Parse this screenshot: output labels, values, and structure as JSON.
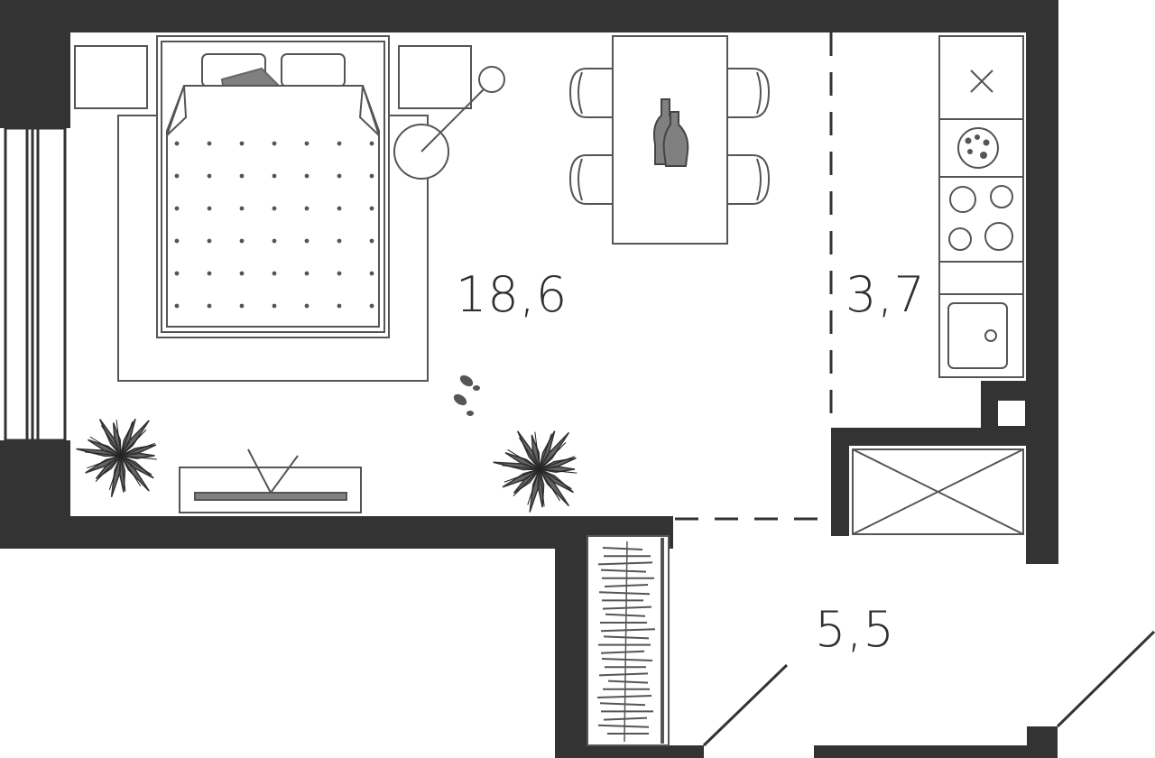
{
  "floor_plan": {
    "rooms": [
      {
        "id": "living",
        "area": "18,6"
      },
      {
        "id": "kitchen",
        "area": "3,7"
      },
      {
        "id": "hallway",
        "area": "5,5"
      }
    ]
  },
  "colors": {
    "wall": "#333333",
    "line": "#444444",
    "fill_gray": "#808080",
    "fill_dark": "#555555",
    "background": "#ffffff"
  }
}
